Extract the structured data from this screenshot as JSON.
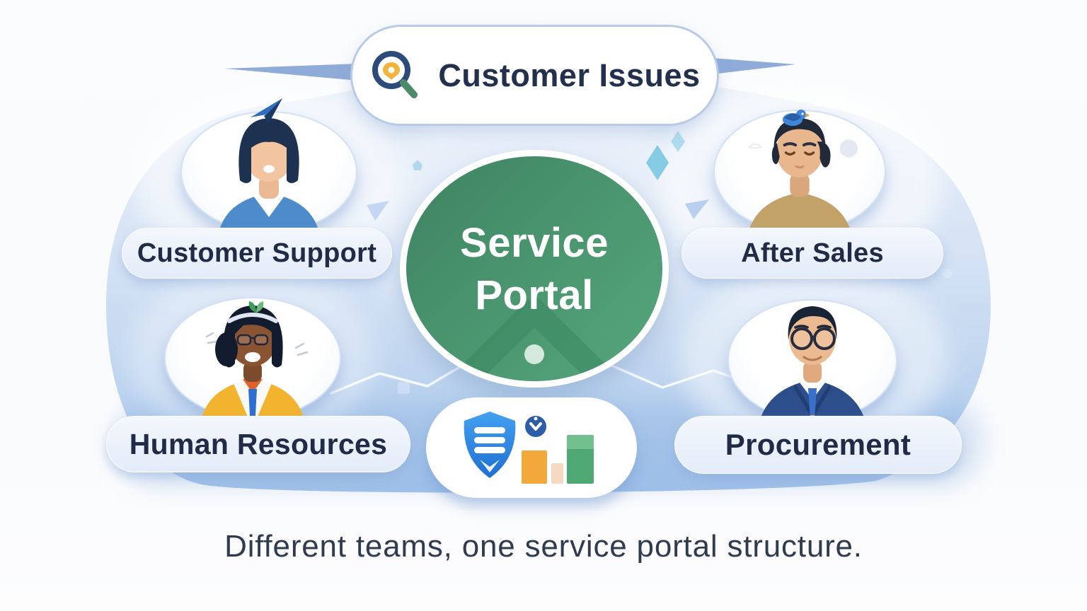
{
  "issue_bubble": {
    "label": "Customer Issues",
    "icon": "magnifier-icon"
  },
  "portal": {
    "title_line1": "Service",
    "title_line2": "Portal"
  },
  "teams": [
    {
      "id": "customer-support",
      "label": "Customer Support",
      "position": "top-left",
      "avatar": "woman-blue-sweater",
      "accent_icon": "paper-plane-icon"
    },
    {
      "id": "after-sales",
      "label": "After Sales",
      "position": "top-right",
      "avatar": "man-tan-shirt",
      "accent_icon": "bird-icon"
    },
    {
      "id": "human-resources",
      "label": "Human Resources",
      "position": "bottom-left",
      "avatar": "woman-yellow-blazer",
      "accent_icon": "sprout-icon"
    },
    {
      "id": "procurement",
      "label": "Procurement",
      "position": "bottom-right",
      "avatar": "man-navy-suit",
      "accent_icon": "none"
    }
  ],
  "features_pill": {
    "icons": [
      "shield-checklist-icon",
      "check-badge-icon",
      "bar-chart-icon"
    ]
  },
  "portal_watermark": "chevron-up-icon",
  "caption": "Different teams, one service portal structure.",
  "colors": {
    "portal_green": "#49946e",
    "blob_blue_top": "#e8eff9",
    "blob_blue_bottom": "#9dbfe8",
    "pill_fill": "#e9f0fa",
    "text_navy": "#1f2b47",
    "accent_blue": "#2f6fd0",
    "shield_blue": "#2f88e0",
    "bar_orange": "#f2a93a",
    "bar_peach": "#f6d9c2",
    "bar_green": "#4fa873",
    "magnifier_ring": "#2c4a7a",
    "magnifier_drop": "#f2b33b",
    "magnifier_handle": "#4d8a67"
  }
}
